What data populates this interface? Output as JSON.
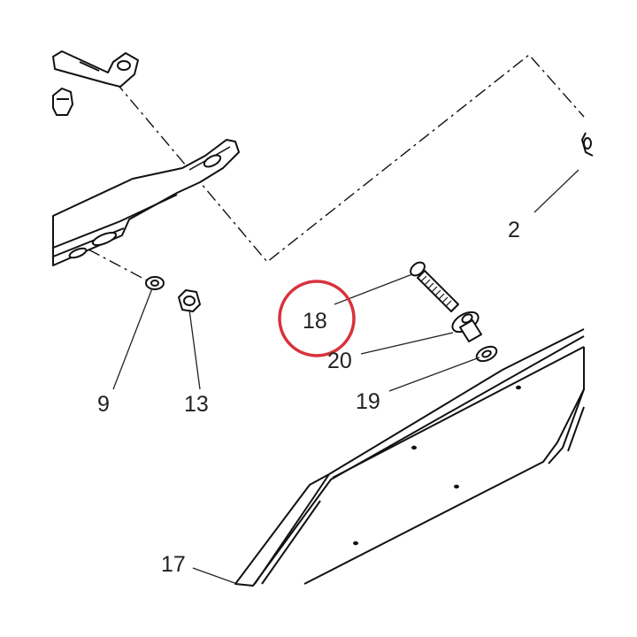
{
  "callouts": {
    "c2": "2",
    "c9": "9",
    "c13": "13",
    "c17": "17",
    "c18": "18",
    "c19": "19",
    "c20": "20"
  },
  "highlighted_part": "18",
  "colors": {
    "line": "#111111",
    "leader": "#222222",
    "highlight": "#d8323c",
    "fill": "#ffffff",
    "shade": "#cfcfcf"
  }
}
